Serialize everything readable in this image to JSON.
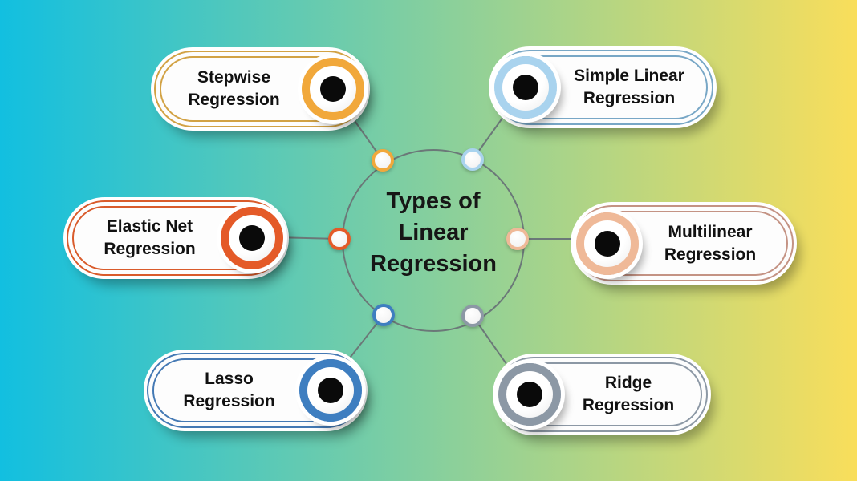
{
  "title": {
    "lines": [
      "Types of",
      "Linear",
      "Regression"
    ]
  },
  "background": {
    "left": "#12BFE0",
    "middle": "#85CF9E",
    "right": "#F9DE5B"
  },
  "connector": {
    "color": "#6B7878"
  },
  "dot_color": "#0A0A0A",
  "items": [
    {
      "id": "stepwise",
      "label": "Stepwise Regression",
      "ring": "#F1A83B",
      "border": "#D2A244",
      "circle_side": "right"
    },
    {
      "id": "simple-linear",
      "label": "Simple Linear Regression",
      "ring": "#A9D3EE",
      "border": "#78A7C6",
      "circle_side": "left"
    },
    {
      "id": "elastic-net",
      "label": "Elastic Net Regression",
      "ring": "#E45A28",
      "border": "#D95B2B",
      "circle_side": "right"
    },
    {
      "id": "multilinear",
      "label": "Multilinear Regression",
      "ring": "#EFB998",
      "border": "#C49384",
      "circle_side": "left"
    },
    {
      "id": "lasso",
      "label": "Lasso Regression",
      "ring": "#3E7EC0",
      "border": "#4479B4",
      "circle_side": "right"
    },
    {
      "id": "ridge",
      "label": "Ridge Regression",
      "ring": "#8C98A5",
      "border": "#8C98A5",
      "circle_side": "left"
    }
  ]
}
